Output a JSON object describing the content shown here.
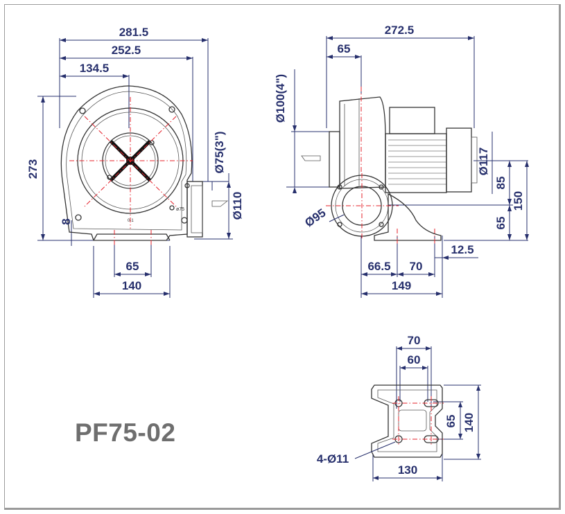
{
  "model": "PF75-02",
  "front_view": {
    "width_overall": "281.5",
    "width_body": "252.5",
    "width_center": "134.5",
    "height": "273",
    "outlet_diameter": "Ø75(3\")",
    "outlet_flange": "Ø110",
    "base_offset": "8",
    "base_hole_spacing": "65",
    "base_width": "140",
    "outlet_stamp": "ø75",
    "rotation_mark": "0-1"
  },
  "side_view": {
    "length_overall": "272.5",
    "inlet_depth": "65",
    "inlet_diameter": "Ø100(4\")",
    "outlet_diameter": "Ø95",
    "motor_diameter": "Ø117",
    "motor_height_upper": "85",
    "total_height": "150",
    "center_height": "65",
    "foot_offset": "12.5",
    "base_front": "66.5",
    "hole_spacing": "70",
    "base_length": "149"
  },
  "base_view": {
    "hole_spacing_outer": "70",
    "hole_spacing_inner": "60",
    "hole_spacing_side": "65",
    "base_width": "140",
    "base_length": "130",
    "mounting_holes": "4-Ø11"
  }
}
